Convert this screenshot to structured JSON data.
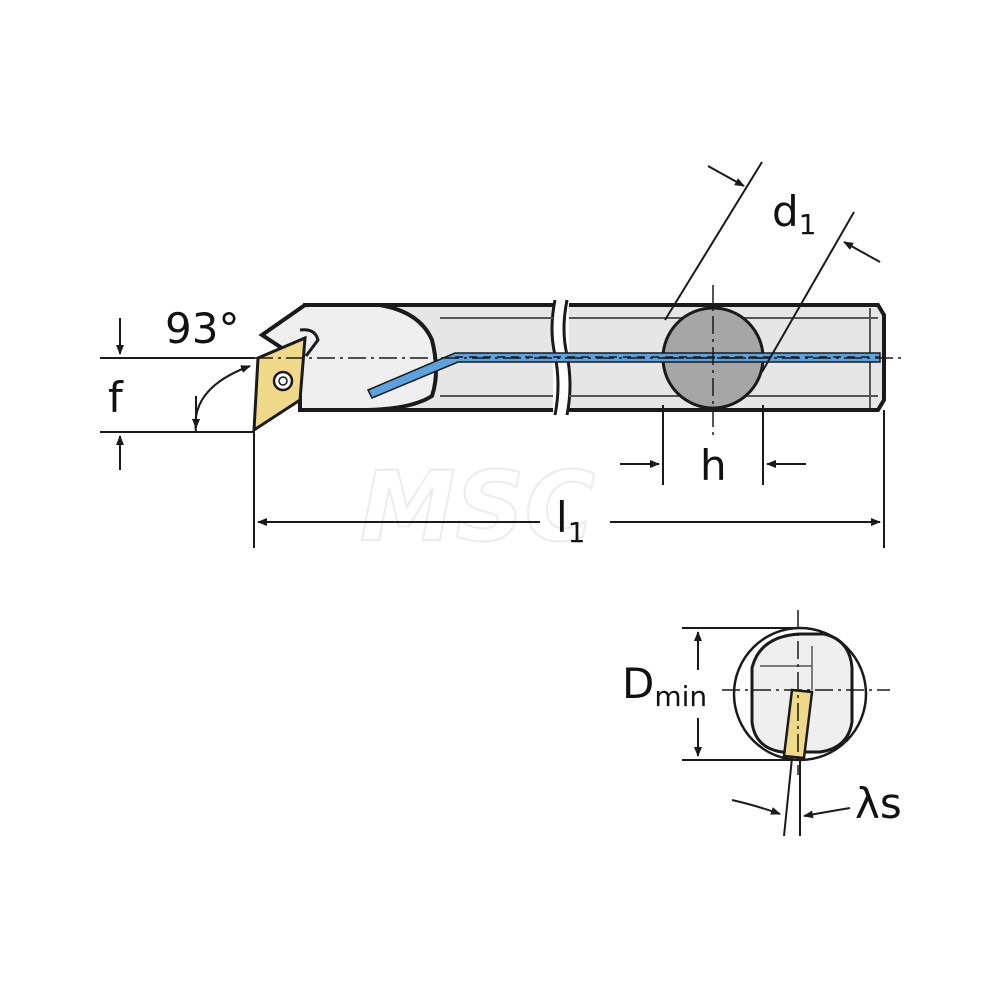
{
  "labels": {
    "angle": "93°",
    "f": "f",
    "d1_main": "d",
    "d1_sub": "1",
    "h": "h",
    "l1_main": "l",
    "l1_sub": "1",
    "dmin_main": "D",
    "dmin_sub": "min",
    "lambda": "λs"
  },
  "watermark": "MSC",
  "colors": {
    "body_fill": "#e6e6e6",
    "head_fill": "#efefef",
    "section_fill": "#a6a6a6",
    "insert_fill": "#f1d98a",
    "coolant": "#5aa2e0",
    "line": "#1a1a1a"
  }
}
